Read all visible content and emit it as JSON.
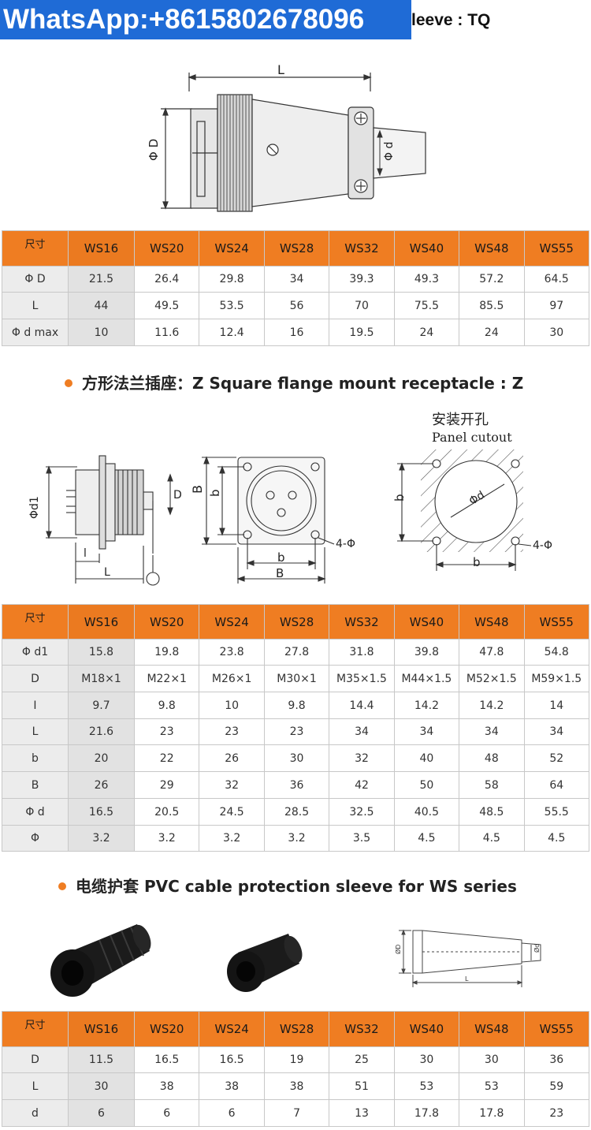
{
  "banner": {
    "text": "WhatsApp:+8615802678096",
    "tail": "leeve  : TQ"
  },
  "colors": {
    "accent": "#ef7d22",
    "banner": "#1f6bd6"
  },
  "drawing1": {
    "L": "L",
    "phiD": "Φ D",
    "phid": "Φ d"
  },
  "table1": {
    "header": [
      "尺寸",
      "WS16",
      "WS20",
      "WS24",
      "WS28",
      "WS32",
      "WS40",
      "WS48",
      "WS55"
    ],
    "rows": [
      [
        "Φ D",
        "21.5",
        "26.4",
        "29.8",
        "34",
        "39.3",
        "49.3",
        "57.2",
        "64.5"
      ],
      [
        "L",
        "44",
        "49.5",
        "53.5",
        "56",
        "70",
        "75.5",
        "85.5",
        "97"
      ],
      [
        "Φ d max",
        "10",
        "11.6",
        "12.4",
        "16",
        "19.5",
        "24",
        "24",
        "30"
      ]
    ]
  },
  "section2": {
    "title": "方形法兰插座：Z   Square flange mount receptacle : Z"
  },
  "drawing2": {
    "phid1": "Φd1",
    "D": "D",
    "l": "l",
    "L": "L",
    "B": "B",
    "b": "b",
    "fourphi": "4-Φ",
    "cutout_cn": "安装开孔",
    "cutout_en": "Panel cutout",
    "phid": "Φd"
  },
  "table2": {
    "header": [
      "尺寸",
      "WS16",
      "WS20",
      "WS24",
      "WS28",
      "WS32",
      "WS40",
      "WS48",
      "WS55"
    ],
    "rows": [
      [
        "Φ d1",
        "15.8",
        "19.8",
        "23.8",
        "27.8",
        "31.8",
        "39.8",
        "47.8",
        "54.8"
      ],
      [
        "D",
        "M18×1",
        "M22×1",
        "M26×1",
        "M30×1",
        "M35×1.5",
        "M44×1.5",
        "M52×1.5",
        "M59×1.5"
      ],
      [
        "I",
        "9.7",
        "9.8",
        "10",
        "9.8",
        "14.4",
        "14.2",
        "14.2",
        "14"
      ],
      [
        "L",
        "21.6",
        "23",
        "23",
        "23",
        "34",
        "34",
        "34",
        "34"
      ],
      [
        "b",
        "20",
        "22",
        "26",
        "30",
        "32",
        "40",
        "48",
        "52"
      ],
      [
        "B",
        "26",
        "29",
        "32",
        "36",
        "42",
        "50",
        "58",
        "64"
      ],
      [
        "Φ d",
        "16.5",
        "20.5",
        "24.5",
        "28.5",
        "32.5",
        "40.5",
        "48.5",
        "55.5"
      ],
      [
        "Φ",
        "3.2",
        "3.2",
        "3.2",
        "3.2",
        "3.5",
        "4.5",
        "4.5",
        "4.5"
      ]
    ]
  },
  "section3": {
    "title": "电缆护套   PVC   cable protection sleeve for WS series"
  },
  "drawing3": {
    "phiD": "ØD",
    "phid": "Ød",
    "L": "L"
  },
  "table3": {
    "header": [
      "尺寸",
      "WS16",
      "WS20",
      "WS24",
      "WS28",
      "WS32",
      "WS40",
      "WS48",
      "WS55"
    ],
    "rows": [
      [
        "D",
        "11.5",
        "16.5",
        "16.5",
        "19",
        "25",
        "30",
        "30",
        "36"
      ],
      [
        "L",
        "30",
        "38",
        "38",
        "38",
        "51",
        "53",
        "53",
        "59"
      ],
      [
        "d",
        "6",
        "6",
        "6",
        "7",
        "13",
        "17.8",
        "17.8",
        "23"
      ]
    ]
  }
}
